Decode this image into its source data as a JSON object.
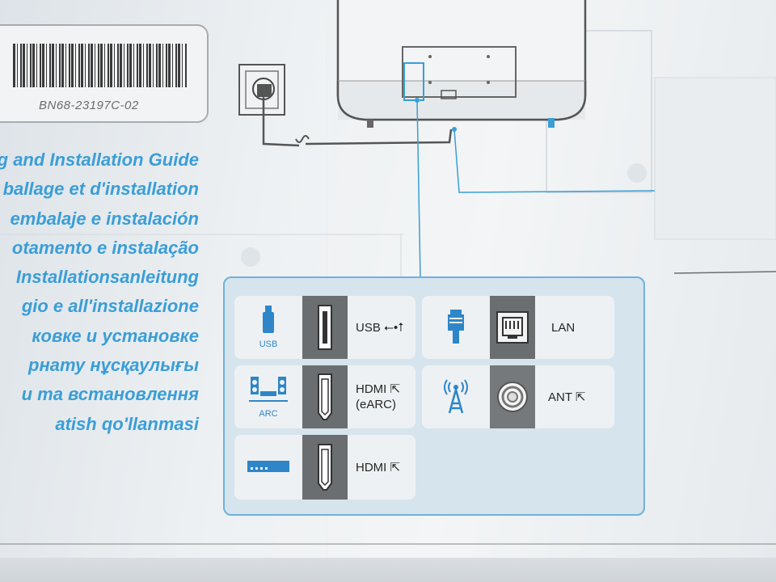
{
  "label": {
    "part_number": "BN68-23197C-02"
  },
  "guide_titles": [
    "g and Installation Guide",
    "ballage et d'installation",
    "embalaje e instalación",
    "otamento e instalação",
    "Installationsanleitung",
    "gio e all'installazione",
    "ковке и установке",
    "рнату нұсқаулығы",
    "и та встановлення",
    "atish qo'llanmasi"
  ],
  "ports": {
    "usb": {
      "icon_label": "USB",
      "name": "USB",
      "icon": "usb-icon"
    },
    "lan": {
      "name": "LAN",
      "icon": "ethernet-icon"
    },
    "hdmi_earc": {
      "icon_label": "ARC",
      "name": "HDMI",
      "sub": "(eARC)",
      "icon": "soundbar-speakers-icon"
    },
    "ant": {
      "name": "ANT",
      "icon": "antenna-icon"
    },
    "hdmi": {
      "name": "HDMI",
      "icon": "set-top-box-icon"
    }
  },
  "colors": {
    "accent_blue": "#3a9ed7",
    "panel_border": "#6fb2da",
    "connector_gray": "#6b6e70"
  }
}
